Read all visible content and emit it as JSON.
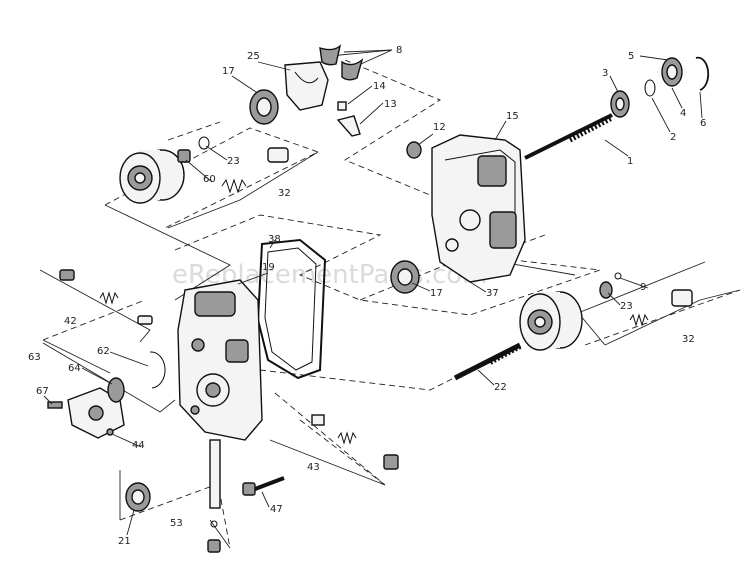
{
  "watermark": "eReplacementParts.com",
  "callouts": {
    "c1": "1",
    "c2": "2",
    "c3": "3",
    "c4": "4",
    "c5": "5",
    "c6": "6",
    "c8": "8",
    "c9": "9",
    "c12": "12",
    "c13": "13",
    "c14": "14",
    "c15": "15",
    "c17a": "17",
    "c17b": "17",
    "c19": "19",
    "c21": "21",
    "c22": "22",
    "c23a": "23",
    "c23b": "23",
    "c25": "25",
    "c32a": "32",
    "c32b": "32",
    "c37": "37",
    "c38": "38",
    "c42": "42",
    "c43": "43",
    "c44": "44",
    "c47": "47",
    "c53": "53",
    "c60": "60",
    "c62": "62",
    "c63": "63",
    "c64": "64",
    "c67": "67"
  }
}
